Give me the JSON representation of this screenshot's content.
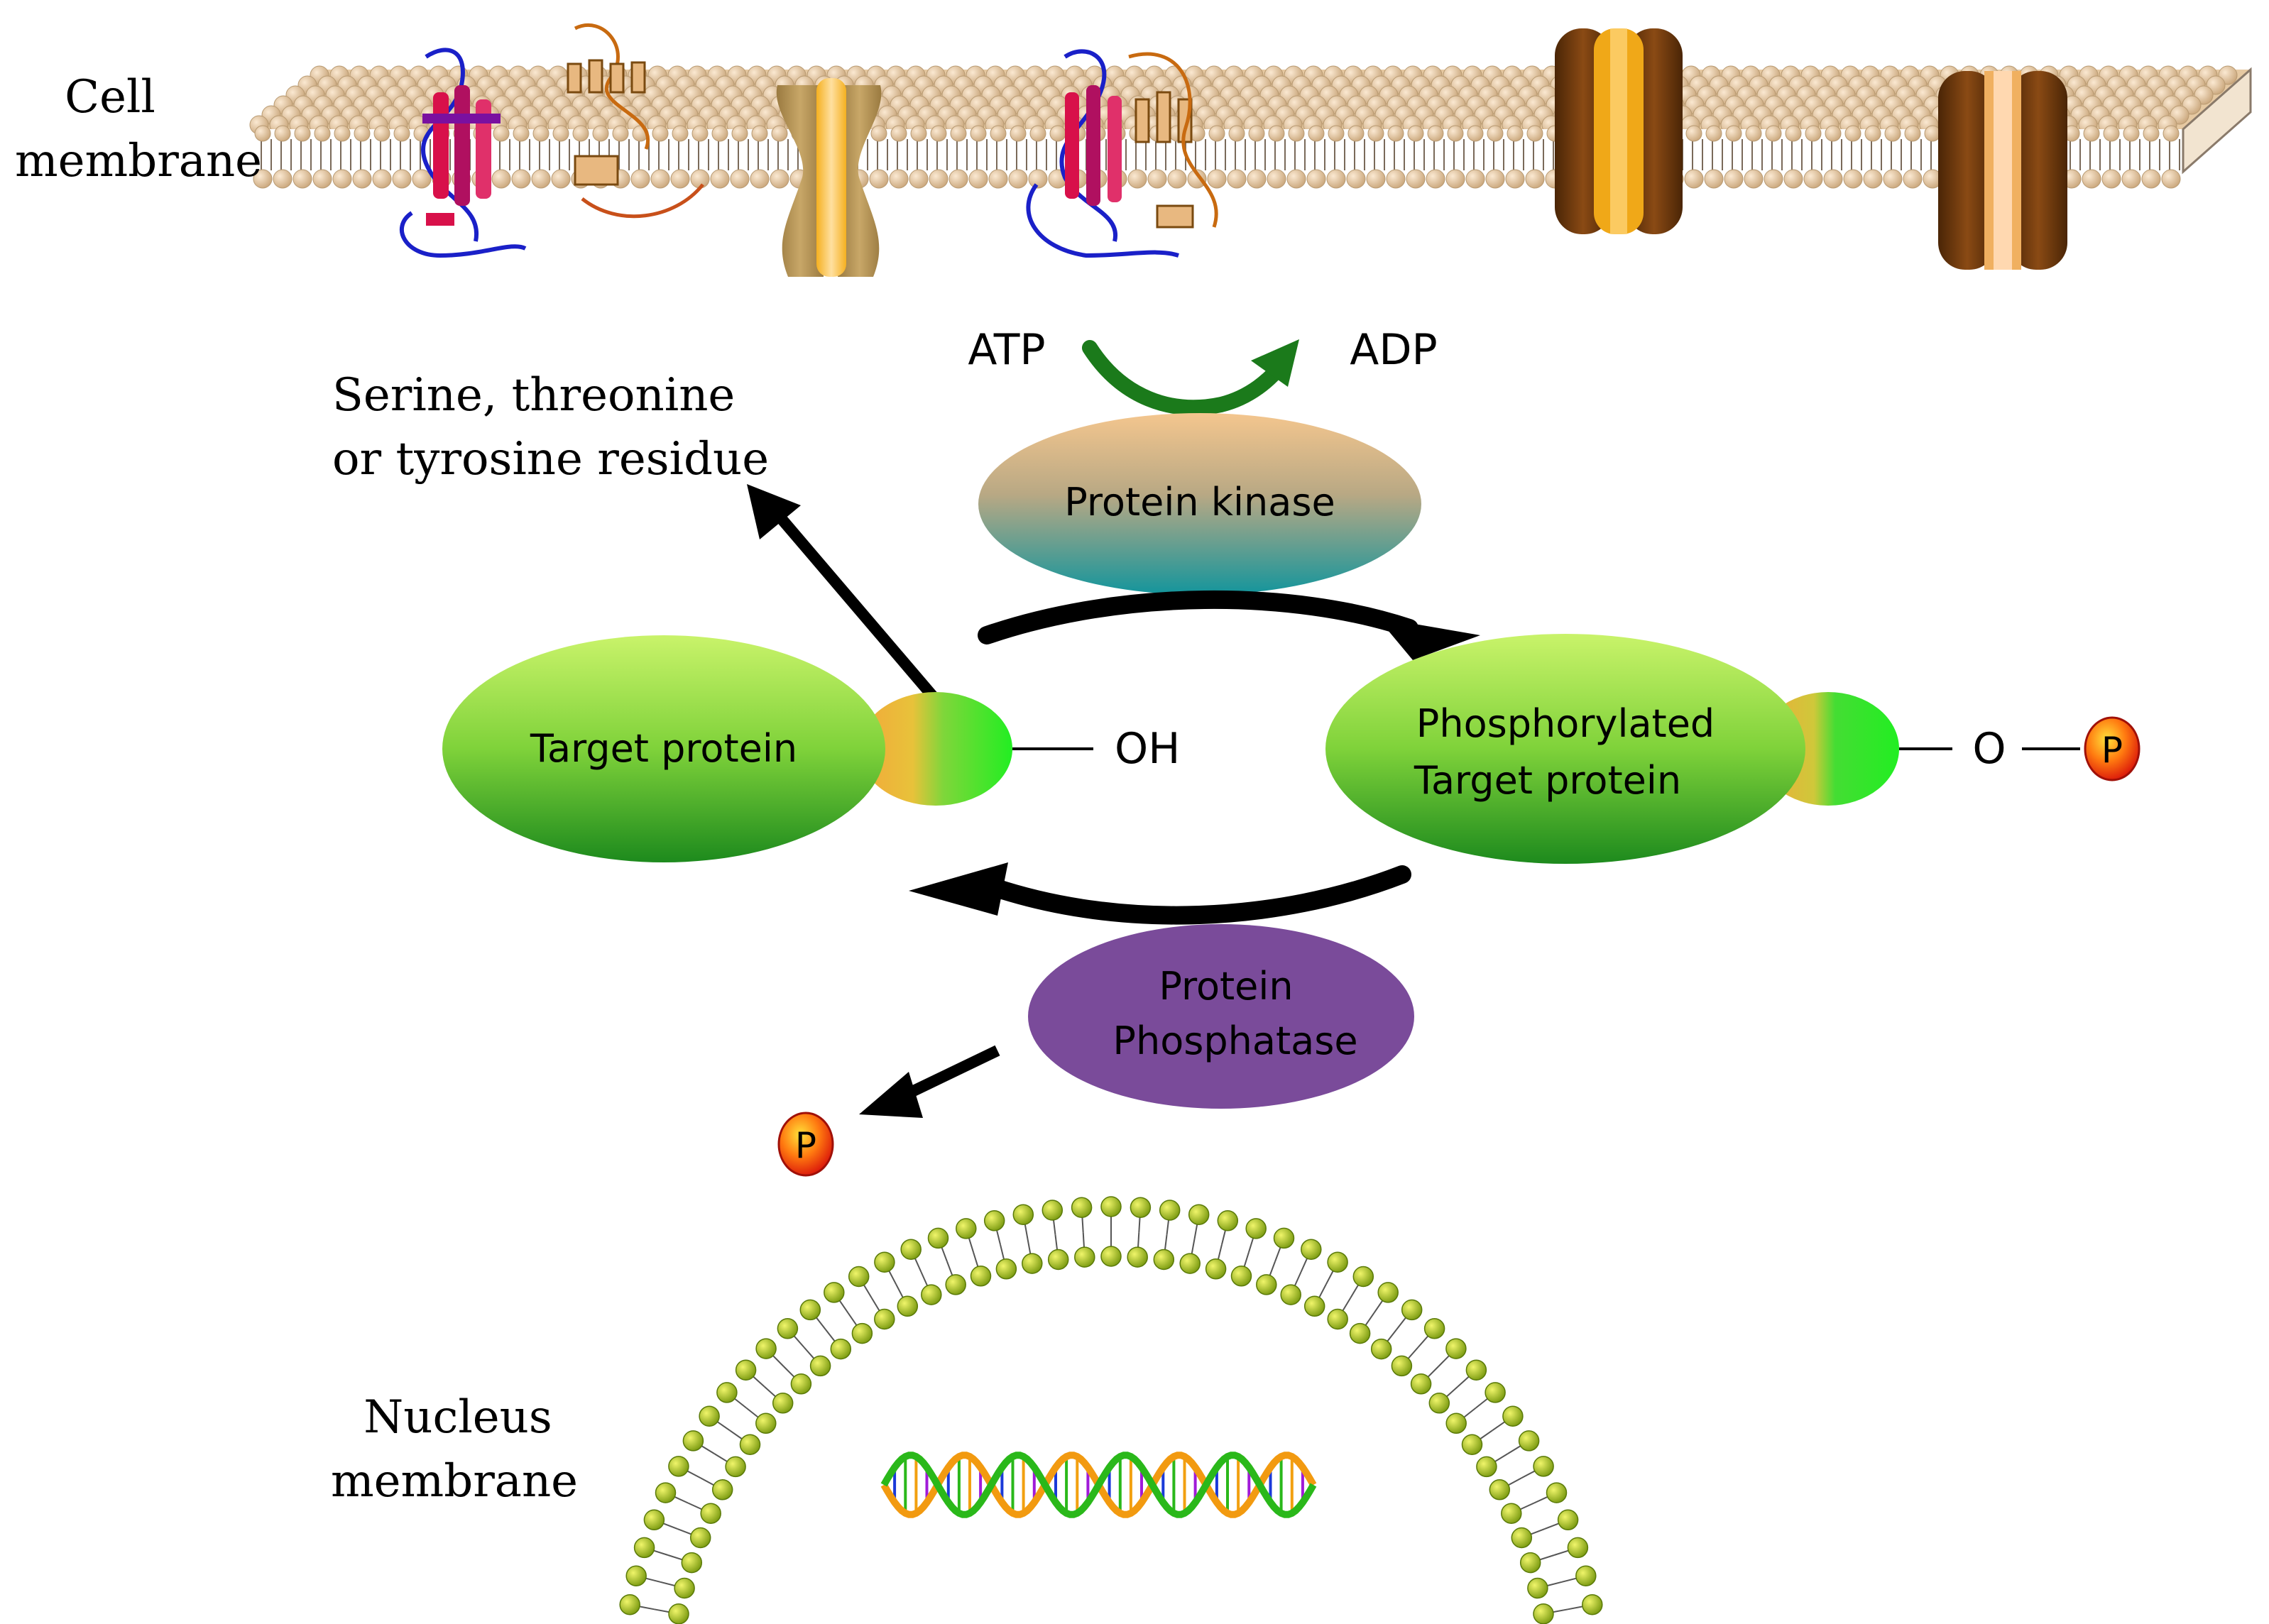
{
  "labels": {
    "cell_membrane": [
      "Cell",
      "membrane"
    ],
    "nucleus_membrane": [
      "Nucleus",
      "membrane"
    ],
    "residue": [
      "Serine, threonine",
      "or tyrosine residue"
    ],
    "atp": "ATP",
    "adp": "ADP",
    "kinase": "Protein kinase",
    "target": "Target protein",
    "oh": "OH",
    "phosphorylated": [
      "Phosphorylated",
      "Target protein"
    ],
    "o": "O",
    "phosphatase": [
      "Protein",
      "Phosphatase"
    ],
    "p_symbol": "P"
  },
  "colors": {
    "membrane_head": "#e8cba6",
    "membrane_tail": "#8a7a6a",
    "atp_arrow": "#1b7a1b",
    "kinase_top": "#f2c089",
    "kinase_bottom": "#1a9aa0",
    "protein_light": "#c8f06a",
    "protein_dark": "#1e8a1e",
    "phosphatase": "#7a4a9a",
    "phosphate_red": "#e21a10",
    "phosphate_yellow": "#ffd21a",
    "nucleus_head": "#a6c81a",
    "channel_tan": "#b8955a",
    "channel_orange": "#f0a020",
    "channel_brown": "#6a3a10"
  },
  "icons": [
    "receptor-protein-icon",
    "ion-channel-icon",
    "phosphate-group-icon",
    "dna-helix-icon"
  ]
}
